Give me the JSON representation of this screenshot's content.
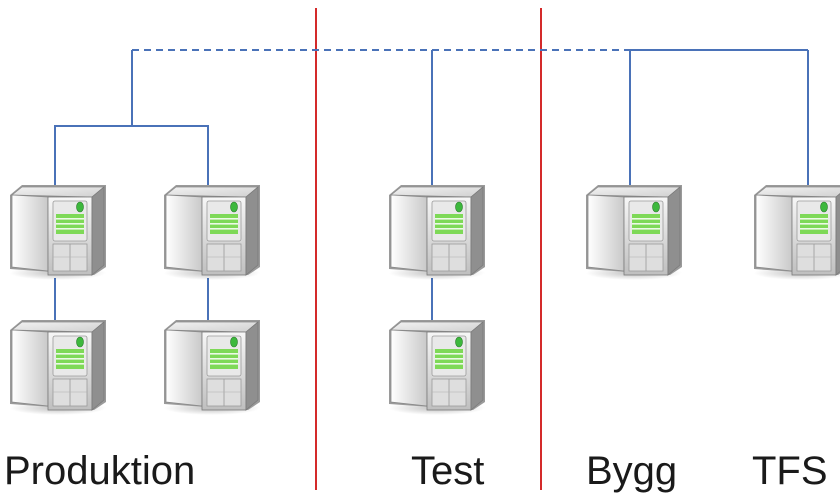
{
  "labels": {
    "produktion": "Produktion",
    "test": "Test",
    "bygg": "Bygg",
    "tfs": "TFS"
  },
  "colors": {
    "network_line": "#4a72b8",
    "separator": "#d42a2a",
    "screen": "#7ed957",
    "led": "#3db83d"
  },
  "icons": {
    "server": "server-tower-icon"
  }
}
